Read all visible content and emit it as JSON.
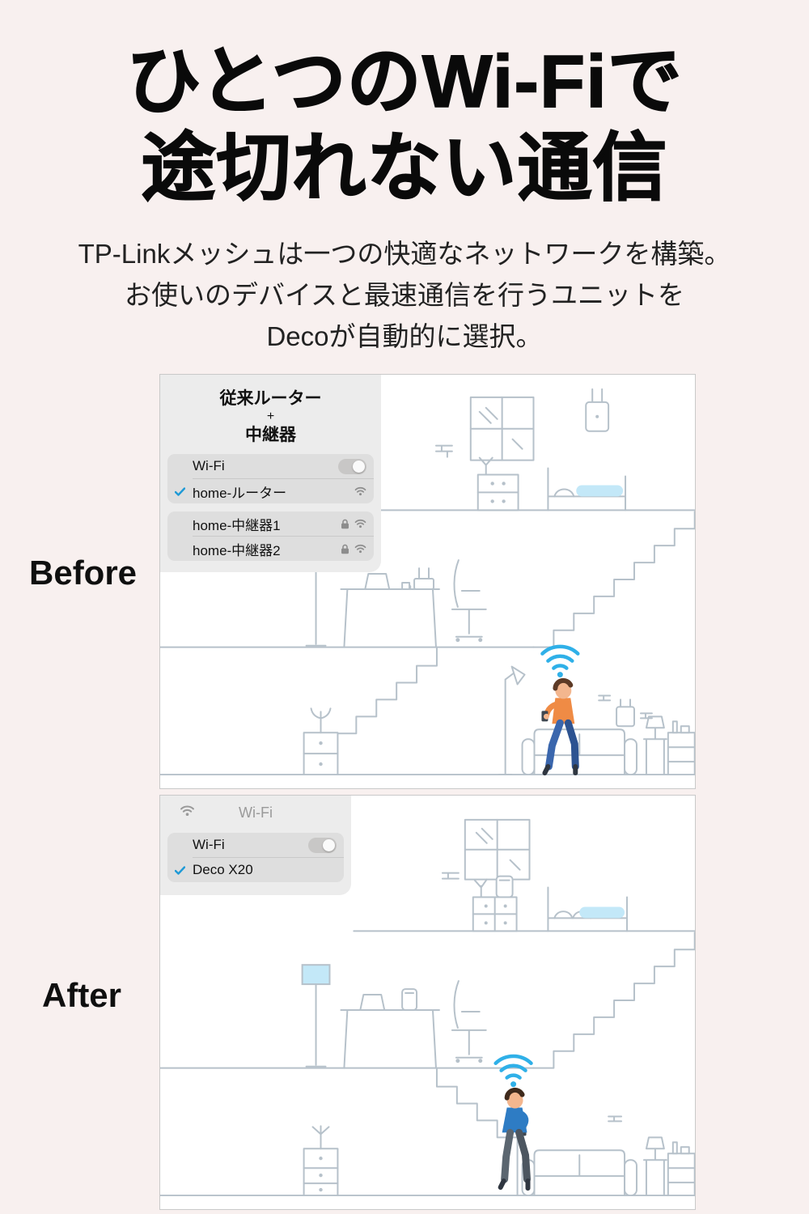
{
  "page": {
    "background": "#f8f0ef",
    "accent_blue": "#2fb0e8",
    "line_color": "#b6c1ca"
  },
  "header": {
    "title_line1": "ひとつのWi-Fiで",
    "title_line2": "途切れない通信",
    "subtitle_line1": "TP-Linkメッシュは一つの快適なネットワークを構築。",
    "subtitle_line2": "お使いのデバイスと最速通信を行うユニットを",
    "subtitle_line3": "Decoが自動的に選択。"
  },
  "before": {
    "label": "Before",
    "overlay": {
      "title_line1": "従来ルーター",
      "title_line2": "+",
      "title_line3": "中継器",
      "wifi_row_label": "Wi-Fi",
      "toggle_state": "on",
      "networks": [
        {
          "name": "home-ルーター",
          "selected": true,
          "icons": [
            "wifi"
          ]
        },
        {
          "name": "home-中継器1",
          "selected": false,
          "icons": [
            "lock",
            "wifi"
          ]
        },
        {
          "name": "home-中継器2",
          "selected": false,
          "icons": [
            "lock",
            "wifi"
          ]
        }
      ]
    }
  },
  "after": {
    "label": "After",
    "overlay": {
      "title": "Wi-Fi",
      "wifi_row_label": "Wi-Fi",
      "toggle_state": "on",
      "networks": [
        {
          "name": "Deco X20",
          "selected": true,
          "icons": []
        }
      ]
    }
  }
}
